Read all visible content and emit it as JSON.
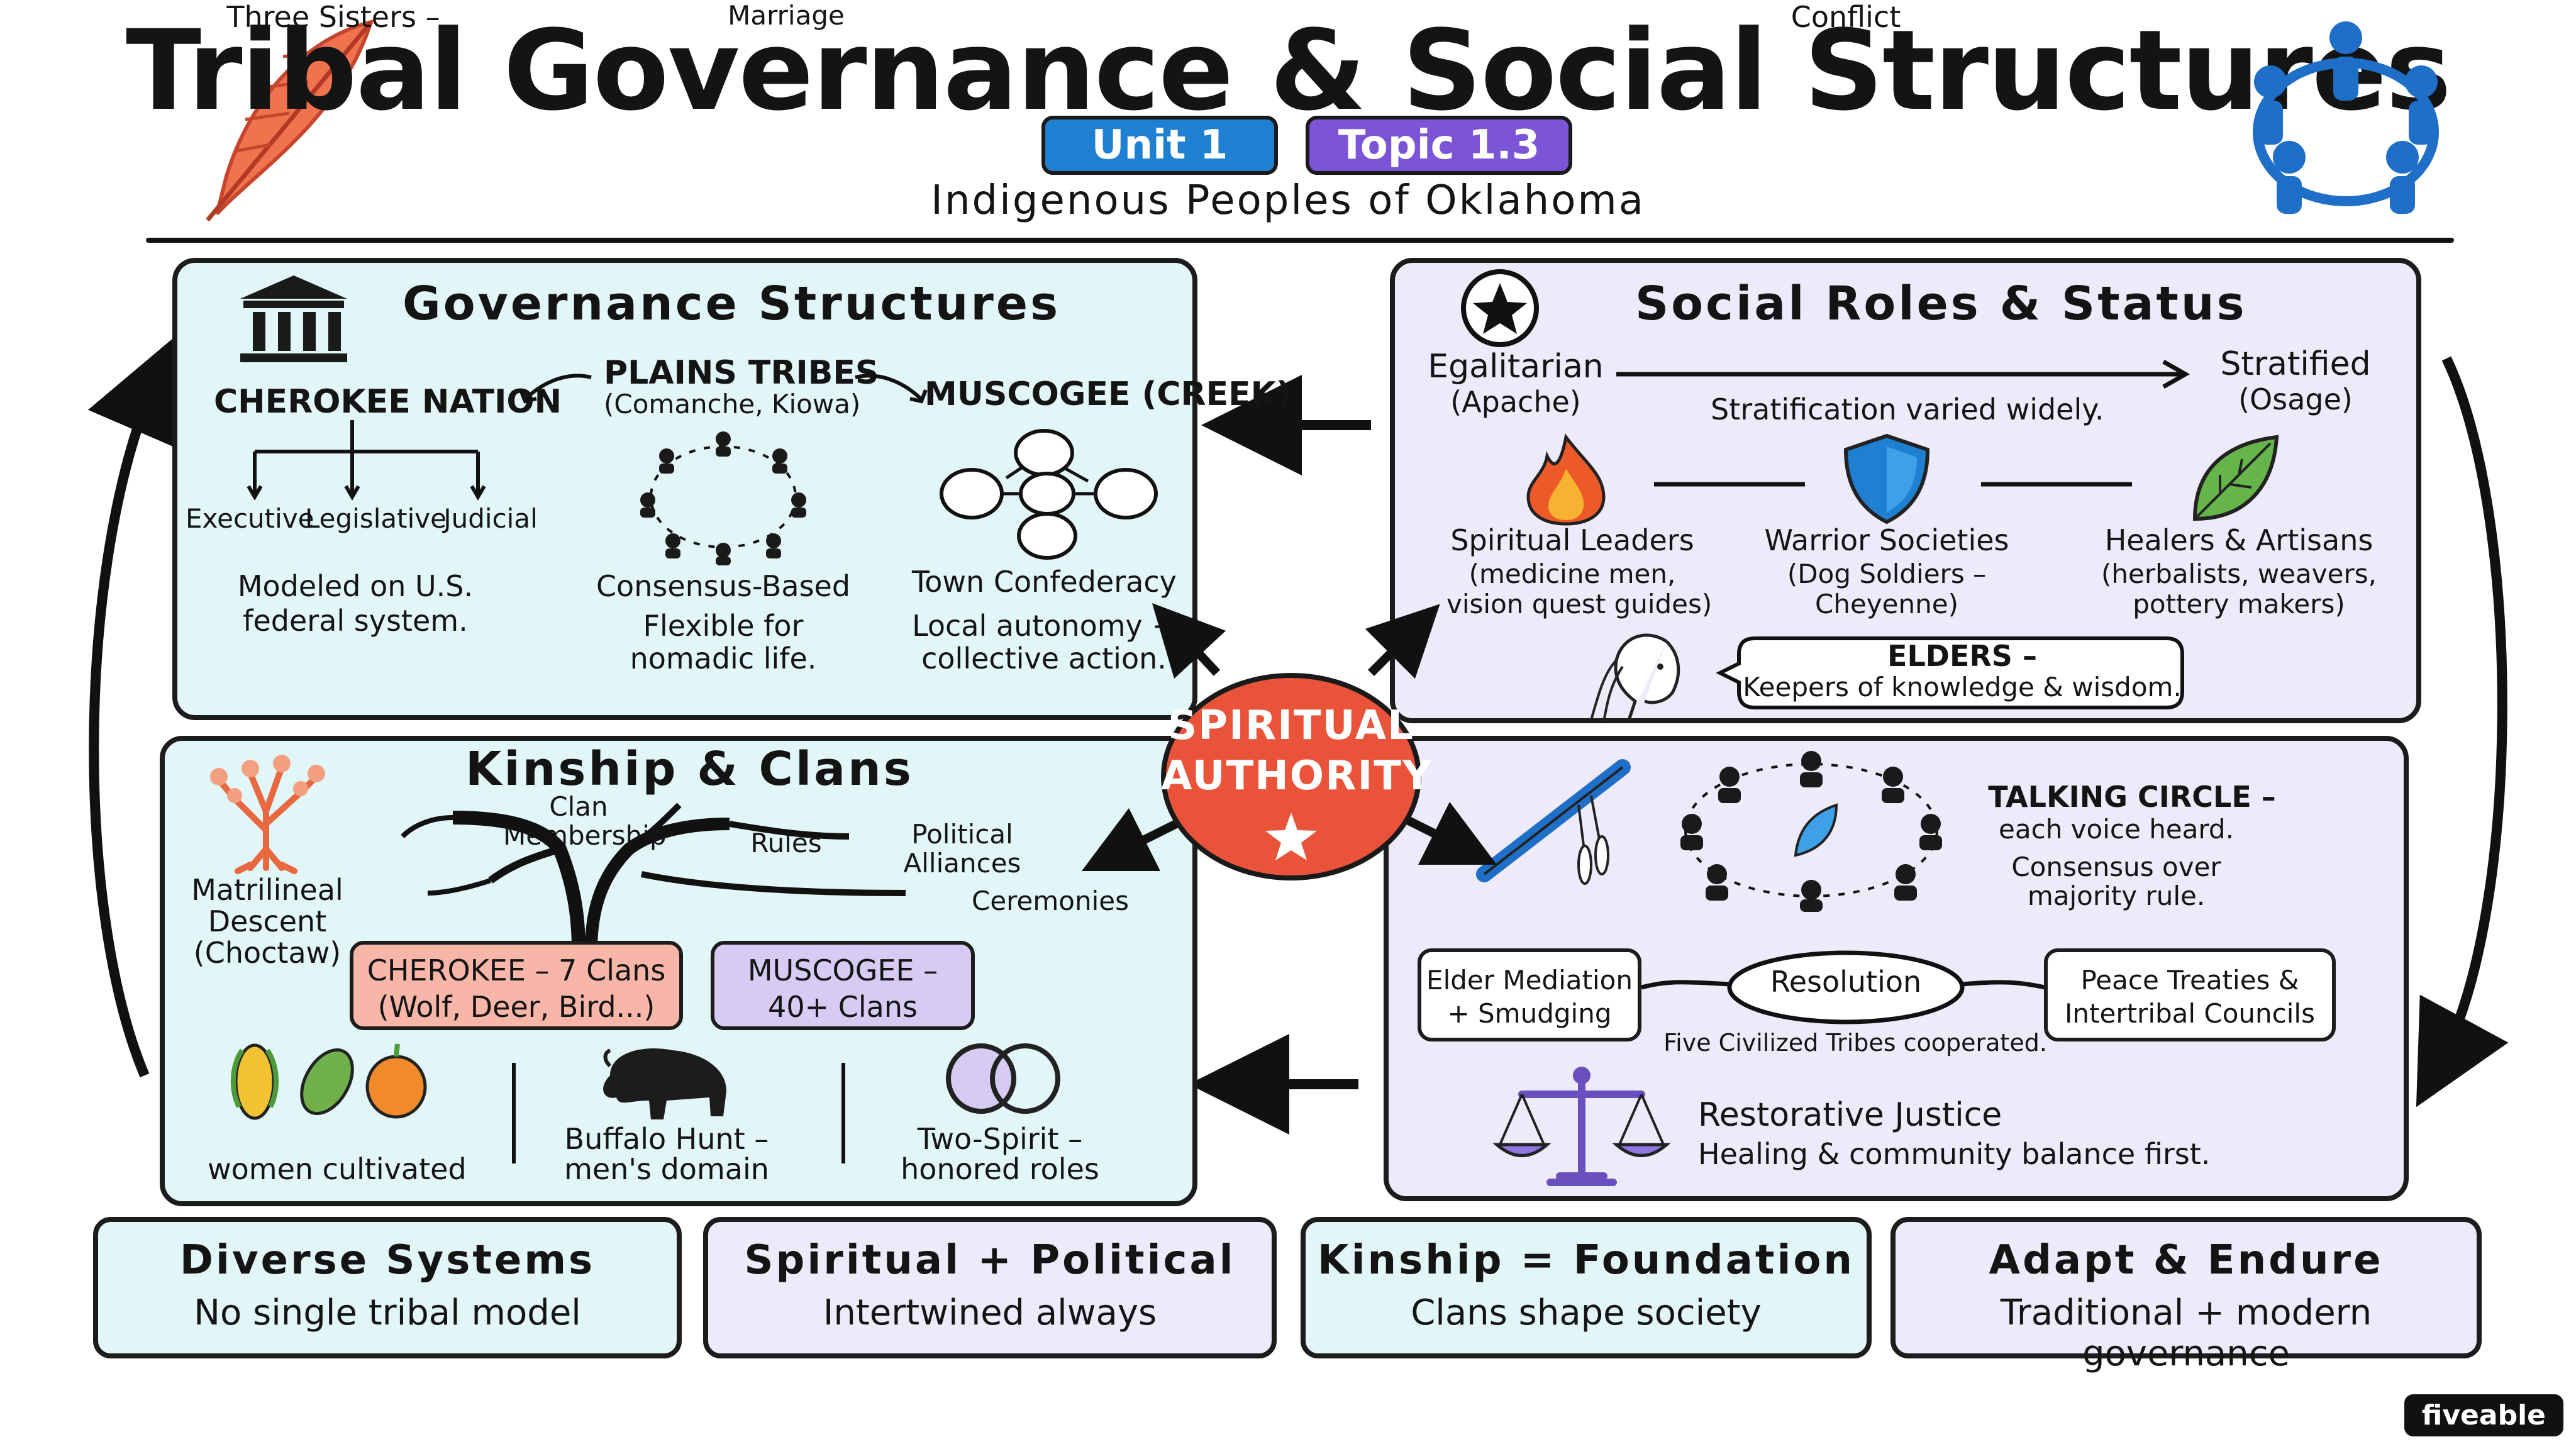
{
  "header": {
    "title": "Tribal Governance & Social Structures",
    "unit_label": "Unit 1",
    "topic_label": "Topic 1.3",
    "subtitle": "Indigenous Peoples of Oklahoma"
  },
  "colors": {
    "blue_panel": "#e2f5f7",
    "purple_panel": "#edeaf9",
    "unit_badge": "#1f7fd1",
    "topic_badge": "#7c55d6",
    "center": "#e8533a"
  },
  "governance": {
    "title": "Governance Structures",
    "cherokee": {
      "name": "CHEROKEE NATION",
      "branches": [
        "Executive",
        "Legislative",
        "Judicial"
      ],
      "desc1": "Modeled on U.S.",
      "desc2": "federal system."
    },
    "plains": {
      "name": "PLAINS TRIBES",
      "sub": "(Comanche, Kiowa)",
      "label": "Consensus-Based",
      "desc1": "Flexible for",
      "desc2": "nomadic life."
    },
    "muscogee": {
      "name": "MUSCOGEE (CREEK)",
      "label": "Town Confederacy",
      "desc1": "Local autonomy +",
      "desc2": "collective action."
    }
  },
  "social": {
    "title": "Social Roles & Status",
    "left": "Egalitarian",
    "left_sub": "(Apache)",
    "right": "Stratified",
    "right_sub": "(Osage)",
    "note": "Stratification varied widely.",
    "roles": [
      {
        "name": "Spiritual Leaders",
        "d1": "(medicine men,",
        "d2": "vision quest guides)"
      },
      {
        "name": "Warrior Societies",
        "d1": "(Dog Soldiers –",
        "d2": "Cheyenne)"
      },
      {
        "name": "Healers & Artisans",
        "d1": "(herbalists, weavers,",
        "d2": "pottery makers)"
      }
    ],
    "elders_title": "ELDERS –",
    "elders_text": "Keepers of knowledge & wisdom."
  },
  "center": {
    "line1": "SPIRITUAL",
    "line2": "AUTHORITY"
  },
  "kinship": {
    "title": "Kinship & Clans",
    "matrilineal1": "Matrilineal",
    "matrilineal2": "Descent",
    "matrilineal3": "(Choctaw)",
    "branch_clan1": "Clan",
    "branch_clan2": "Membership",
    "branch_marriage1": "Marriage",
    "branch_marriage2": "Rules",
    "branch_political1": "Political",
    "branch_political2": "Alliances",
    "branch_ceremonies": "Ceremonies",
    "cherokee1": "CHEROKEE – 7 Clans",
    "cherokee2": "(Wolf, Deer, Bird...)",
    "muscogee1": "MUSCOGEE –",
    "muscogee2": "40+ Clans",
    "sisters1": "Three Sisters –",
    "sisters2": "women cultivated",
    "buffalo1": "Buffalo Hunt –",
    "buffalo2": "men's domain",
    "twospirit1": "Two-Spirit –",
    "twospirit2": "honored roles"
  },
  "conflict": {
    "talking1": "TALKING CIRCLE –",
    "talking2": "each voice heard.",
    "consensus1": "Consensus over",
    "consensus2": "majority rule.",
    "elder1": "Elder Mediation",
    "elder2": "+ Smudging",
    "center1": "Conflict",
    "center2": "Resolution",
    "peace1": "Peace Treaties &",
    "peace2": "Intertribal Councils",
    "five": "Five Civilized Tribes cooperated.",
    "rj_title": "Restorative Justice",
    "rj_text": "Healing & community balance first."
  },
  "cards": [
    {
      "h": "Diverse Systems",
      "s": "No single tribal model"
    },
    {
      "h": "Spiritual + Political",
      "s": "Intertwined always"
    },
    {
      "h": "Kinship = Foundation",
      "s": "Clans shape society"
    },
    {
      "h": "Adapt & Endure",
      "s": "Traditional + modern governance"
    }
  ],
  "brand": "fiveable"
}
